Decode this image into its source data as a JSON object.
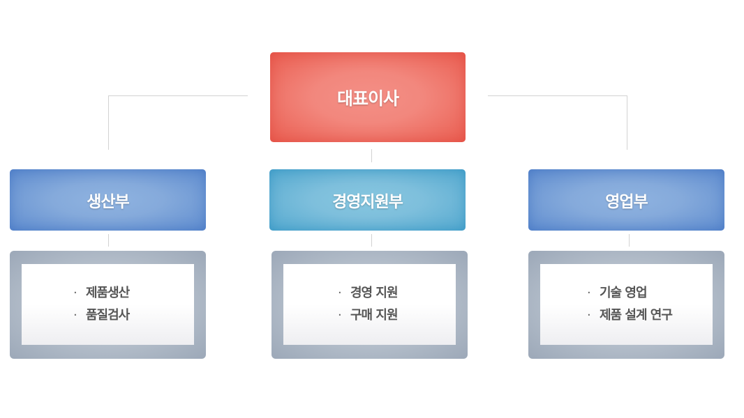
{
  "ceo": {
    "label": "대표이사"
  },
  "departments": [
    {
      "label": "생산부",
      "duties": [
        "제품생산",
        "품질검사"
      ]
    },
    {
      "label": "경영지원부",
      "duties": [
        "경영 지원",
        "구매 지원"
      ]
    },
    {
      "label": "영업부",
      "duties": [
        "기술 영업",
        "제품 설계 연구"
      ]
    }
  ],
  "bullet": "·",
  "colors": {
    "ceo": "#f2877d",
    "dept_blue": "#85aadb",
    "dept_teal": "#7ebfdc",
    "duty_frame": "#b5bfcb",
    "connector": "#d2d2d2"
  }
}
